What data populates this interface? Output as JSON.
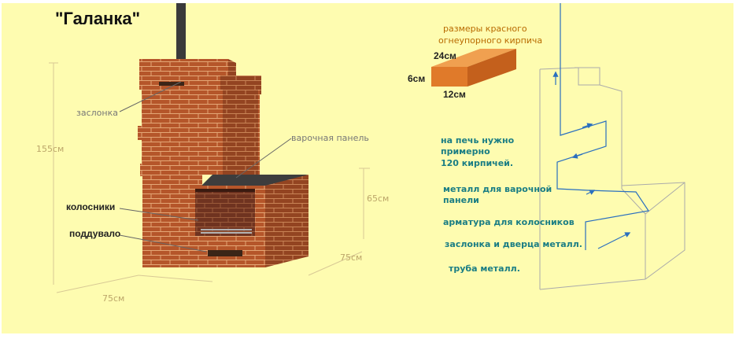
{
  "diagram": {
    "title": "\"Галанка\"",
    "labels": {
      "damper": "заслонка",
      "cooking_panel": "варочная панель",
      "grates": "колосники",
      "ash_pit": "поддувало"
    },
    "dimensions": {
      "height_total": "155см",
      "height_panel": "65см",
      "width": "75см",
      "depth": "75см"
    },
    "brick": {
      "caption_line1": "размеры красного",
      "caption_line2": "огнеупорного кирпича",
      "length": "24см",
      "height": "6см",
      "width": "12см"
    },
    "notes": [
      "на печь нужно",
      "примерно",
      "120 кирпичей.",
      "металл для варочной",
      "панели",
      "арматура для колосников",
      "заслонка и дверца металл.",
      "труба металл."
    ],
    "colors": {
      "background": "#fefcb0",
      "brick": "#b5562a",
      "brick_dark": "#8c3f1e",
      "mortar": "#e0a070",
      "accent_teal": "#1a7d84",
      "brick_orange": "#e07a2a"
    }
  }
}
